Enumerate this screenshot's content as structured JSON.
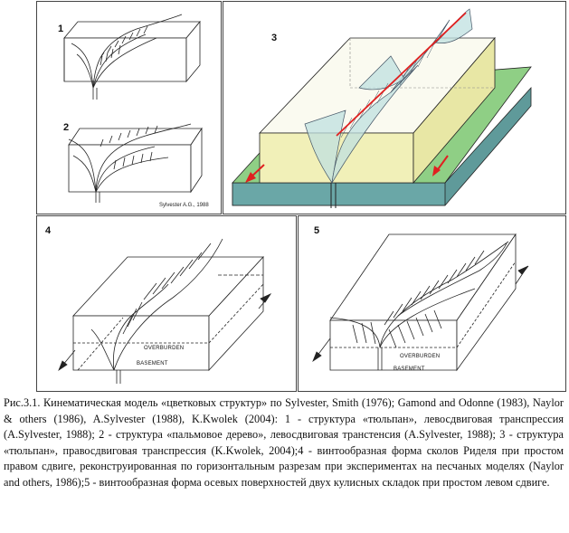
{
  "panels": {
    "p1": {
      "label_1": "1",
      "label_2": "2",
      "credit": "Sylvester A.G., 1988"
    },
    "p3": {
      "label": "3"
    },
    "p4": {
      "label": "4",
      "overburden": "OVERBURDEN",
      "basement": "BASEMENT"
    },
    "p5": {
      "label": "5",
      "overburden": "OVERBURDEN",
      "basement": "BASEMENT"
    }
  },
  "caption": "Рис.3.1. Кинематическая модель «цветковых структур» по Sylvester, Smith (1976); Gamond and Odonne (1983), Naylor & others (1986), A.Sylvester (1988), K.Kwolek (2004): 1 - структура «тюльпан», левосдвиговая транспрессия (A.Sylvester, 1988); 2 - структура «пальмовое дерево», левосдвиговая транстенсия (A.Sylvester, 1988); 3 - структура «тюльпан», правосдвиговая транспрессия (K.Kwolek, 2004);4 - винтообразная форма сколов Риделя при простом правом сдвиге, реконструированная по горизонтальным разрезам при экспериментах на песчаных моделях (Naylor and others, 1986);5 - винтообразная форма осевых поверхностей двух кулисных складок при простом левом сдвиге.",
  "colors": {
    "block_yellow": "#f1f0b8",
    "block_green": "#8fcf85",
    "base_teal": "#5f9a9a",
    "red_line": "#e02020"
  }
}
